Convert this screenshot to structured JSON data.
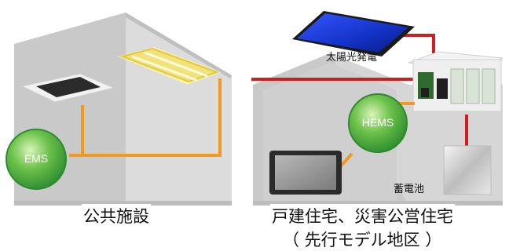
{
  "public_facility": {
    "label": "公共施設",
    "badge": "EMS"
  },
  "house": {
    "solar_label": "太陽光発電",
    "badge": "HEMS",
    "battery_label": "蓄電池",
    "caption_line1": "戸建住宅、災害公営住宅",
    "caption_line2": "（ 先行モデル地区 ）"
  },
  "colors": {
    "wire_orange": "#f39a1e",
    "wire_red": "#cc1f1f",
    "badge_green": "#37a53b",
    "building_gray": "#c7c7c7",
    "solar_blue": "#1633c8"
  }
}
